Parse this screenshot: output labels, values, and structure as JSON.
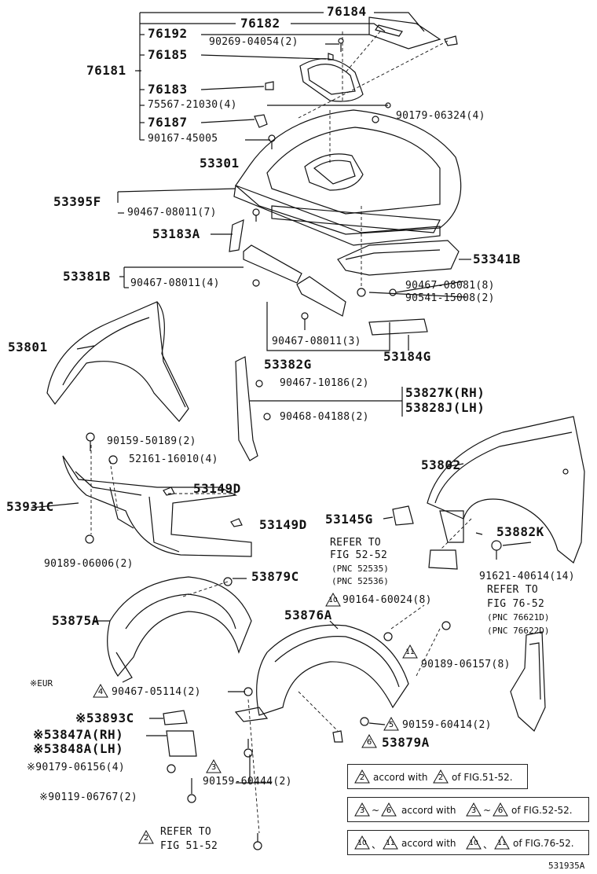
{
  "labels": {
    "p76184": "76184",
    "p76182": "76182",
    "p76192": "76192",
    "p90269": "90269-04054(2)",
    "p76185": "76185",
    "p76181": "76181",
    "p76183": "76183",
    "p75567": "75567-21030(4)",
    "p76187": "76187",
    "p90179a": "90179-06324(4)",
    "p90167": "90167-45005",
    "p53301": "53301",
    "p53395f": "53395F",
    "p90467a": "90467-08011(7)",
    "p53183a": "53183A",
    "p53341b": "53341B",
    "p53381b": "53381B",
    "p90467b": "90467-08011(4)",
    "p90467c": "90467-08081(8)",
    "p90541": "90541-15008(2)",
    "p53801": "53801",
    "p90467d": "90467-08011(3)",
    "p53184g": "53184G",
    "p53382g": "53382G",
    "p90467e": "90467-10186(2)",
    "p53827k": "53827K(RH)",
    "p53828j": "53828J(LH)",
    "p90468": "90468-04188(2)",
    "p90159a": "90159-50189(2)",
    "p52161": "52161-16010(4)",
    "p53802": "53802",
    "p53149d1": "53149D",
    "p53931c": "53931C",
    "p53149d2": "53149D",
    "p53145g": "53145G",
    "p53882k": "53882K",
    "p90189a": "90189-06006(2)",
    "refer1a": "REFER TO",
    "refer1b": "FIG 52-52",
    "pnc1": "(PNC 52535)",
    "pnc2": "(PNC 52536)",
    "p91621": "91621-40614(14)",
    "p53879c": "53879C",
    "refer2a": "REFER TO",
    "refer2b": "FIG 76-52",
    "pnc3": "(PNC 76621D)",
    "pnc4": "(PNC 76622D)",
    "p53876a": "53876A",
    "p90164": "90164-60024(8)",
    "p53875a": "53875A",
    "p90189b": "90189-06157(8)",
    "eur": "※EUR",
    "p90467f": "90467-05114(2)",
    "p53893c": "※53893C",
    "p90159b": "90159-60414(2)",
    "p53847a": "※53847A(RH)",
    "p53848a": "※53848A(LH)",
    "p53879a": "53879A",
    "p90179b": "※90179-06156(4)",
    "p90159c": "90159-60444(2)",
    "p90119": "※90119-06767(2)",
    "refer3a": "REFER TO",
    "refer3b": "FIG 51-52",
    "figcode": "531935A"
  },
  "markers": {
    "m4": "4",
    "m3": "3",
    "m2": "2",
    "m10": "10",
    "m11": "11",
    "m5": "5",
    "m6": "6"
  },
  "notes": {
    "n1_text1": "accord with",
    "n1_text2": "of FIG.51-52.",
    "n1_m1": "2",
    "n1_m2": "2",
    "n2_text1": "~",
    "n2_text2": "accord with",
    "n2_text3": "~",
    "n2_text4": "of FIG.52-52.",
    "n2_m1": "3",
    "n2_m2": "6",
    "n2_m3": "3",
    "n2_m4": "6",
    "n3_text1": "、",
    "n3_text2": "accord with",
    "n3_text3": "、",
    "n3_text4": "of FIG.76-52.",
    "n3_m1": "10",
    "n3_m2": "11",
    "n3_m3": "10",
    "n3_m4": "11"
  }
}
